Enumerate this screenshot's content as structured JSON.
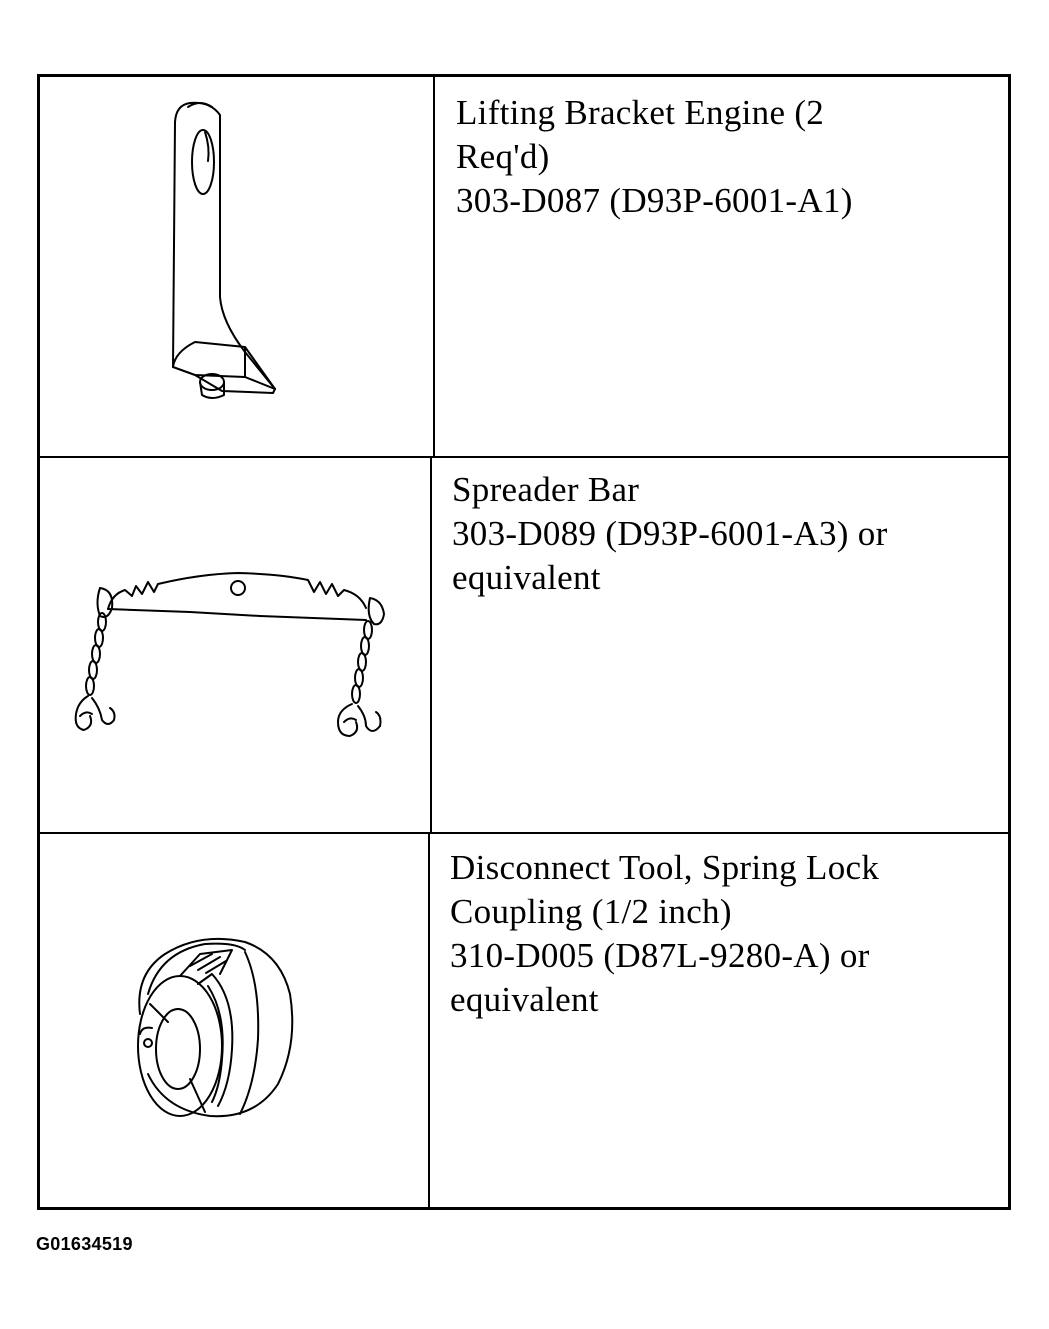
{
  "tools": [
    {
      "name_line1": "Lifting Bracket Engine (2",
      "name_line2": "Req'd)",
      "part_number": "303-D087 (D93P-6001-A1)"
    },
    {
      "name_line1": "Spreader Bar",
      "part_number": "303-D089 (D93P-6001-A3) or",
      "suffix": "equivalent"
    },
    {
      "name_line1": "Disconnect Tool, Spring Lock",
      "name_line2": "Coupling (1/2 inch)",
      "part_number": "310-D005 (D87L-9280-A) or",
      "suffix": "equivalent"
    }
  ],
  "figure_id": "G01634519"
}
